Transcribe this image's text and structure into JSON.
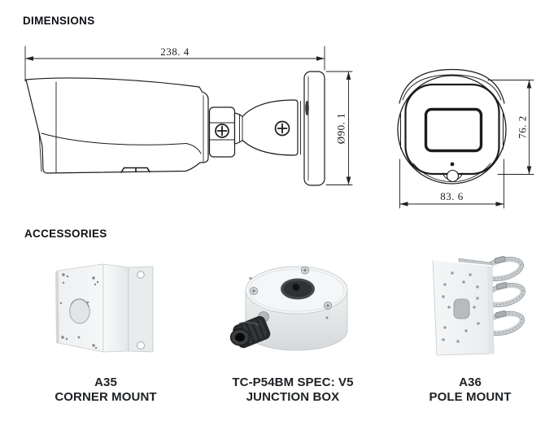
{
  "sections": {
    "dimensions": {
      "title": "DIMENSIONS",
      "labels": {
        "length": "238. 4",
        "base_diameter": "Ø90. 1",
        "front_height": "76. 2",
        "front_width": "83. 6"
      }
    },
    "accessories": {
      "title": "ACCESSORIES",
      "items": [
        {
          "model": "A35",
          "name": "CORNER MOUNT",
          "icon": "corner-mount-photo"
        },
        {
          "model": "TC-P54BM SPEC: V5",
          "name": "JUNCTION BOX",
          "icon": "junction-box-photo"
        },
        {
          "model": "A36",
          "name": "POLE MOUNT",
          "icon": "pole-mount-photo"
        }
      ]
    }
  },
  "colors": {
    "background": "#ffffff",
    "heading_text": "#101216",
    "caption_text": "#202326",
    "drawing_line": "#1c1c1e",
    "photo_white": "#f2f4f5",
    "photo_shadow": "#d9dcde",
    "gland_black": "#1e2022",
    "steel_band": "#c7cbce"
  }
}
